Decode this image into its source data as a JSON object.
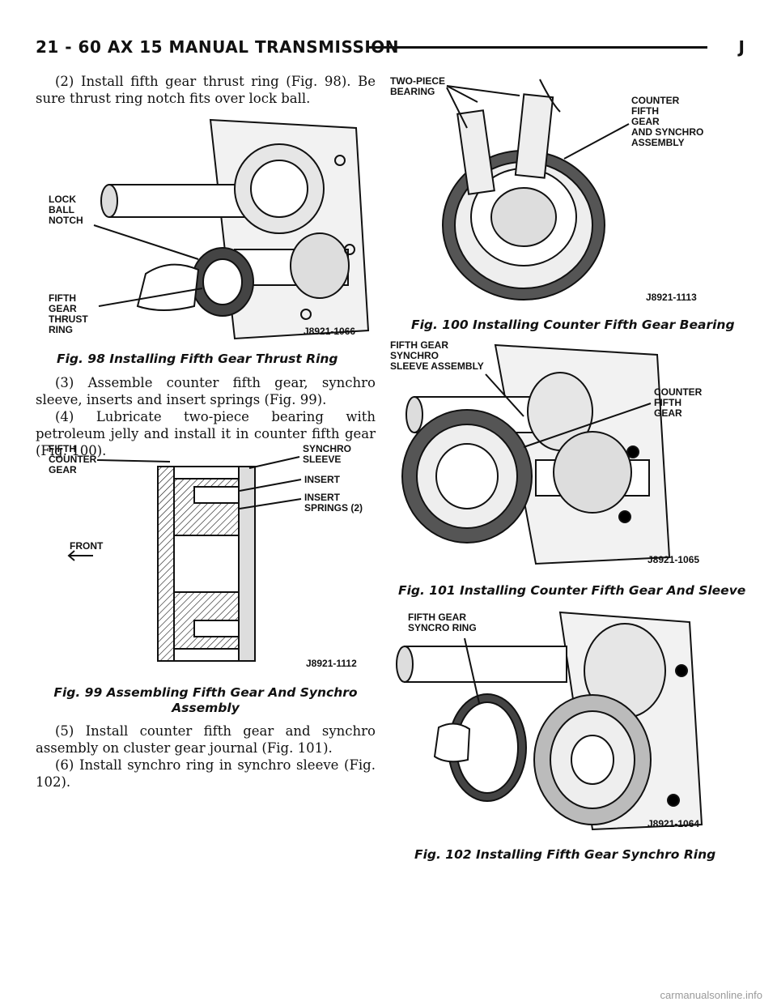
{
  "header": {
    "left_text": "21 - 60    AX 15 MANUAL TRANSMISSION",
    "right_letter": "J"
  },
  "paragraphs": {
    "p2": "(2) Install fifth gear thrust ring (Fig. 98). Be sure thrust ring notch fits over lock ball.",
    "p3": "(3) Assemble counter fifth gear, synchro sleeve, inserts and insert springs (Fig. 99).",
    "p4": "(4) Lubricate two-piece bearing with petroleum jelly and install it in counter fifth gear (Fig. 100).",
    "p5": "(5) Install counter fifth gear and synchro assembly on cluster gear journal (Fig. 101).",
    "p6": "(6) Install synchro ring in synchro sleeve (Fig. 102)."
  },
  "figures": {
    "fig98": {
      "caption": "Fig. 98 Installing Fifth Gear Thrust Ring",
      "code": "J8921-1066",
      "labels": [
        "LOCK",
        "BALL",
        "NOTCH",
        "FIFTH",
        "GEAR",
        "THRUST",
        "RING"
      ]
    },
    "fig99": {
      "caption_line1": "Fig. 99 Assembling Fifth Gear And Synchro",
      "caption_line2": "Assembly",
      "code": "J8921-1112",
      "labels": [
        "FIFTH",
        "COUNTER",
        "GEAR",
        "SYNCHRO",
        "SLEEVE",
        "INSERT",
        "INSERT",
        "SPRINGS (2)",
        "FRONT"
      ]
    },
    "fig100": {
      "caption": "Fig. 100 Installing Counter Fifth Gear Bearing",
      "code": "J8921-1113",
      "labels": [
        "TWO-PIECE",
        "BEARING",
        "COUNTER",
        "FIFTH",
        "GEAR",
        "AND SYNCHRO",
        "ASSEMBLY"
      ]
    },
    "fig101": {
      "caption": "Fig. 101 Installing Counter Fifth Gear And Sleeve",
      "code": "J8921-1065",
      "labels": [
        "FIFTH GEAR",
        "SYNCHRO",
        "SLEEVE ASSEMBLY",
        "COUNTER",
        "FIFTH",
        "GEAR"
      ]
    },
    "fig102": {
      "caption": "Fig. 102 Installing Fifth Gear Synchro Ring",
      "code": "J8921-1064",
      "labels": [
        "FIFTH GEAR",
        "SYNCRO RING"
      ]
    }
  },
  "footer": {
    "text": "carmanualsonline.info"
  }
}
